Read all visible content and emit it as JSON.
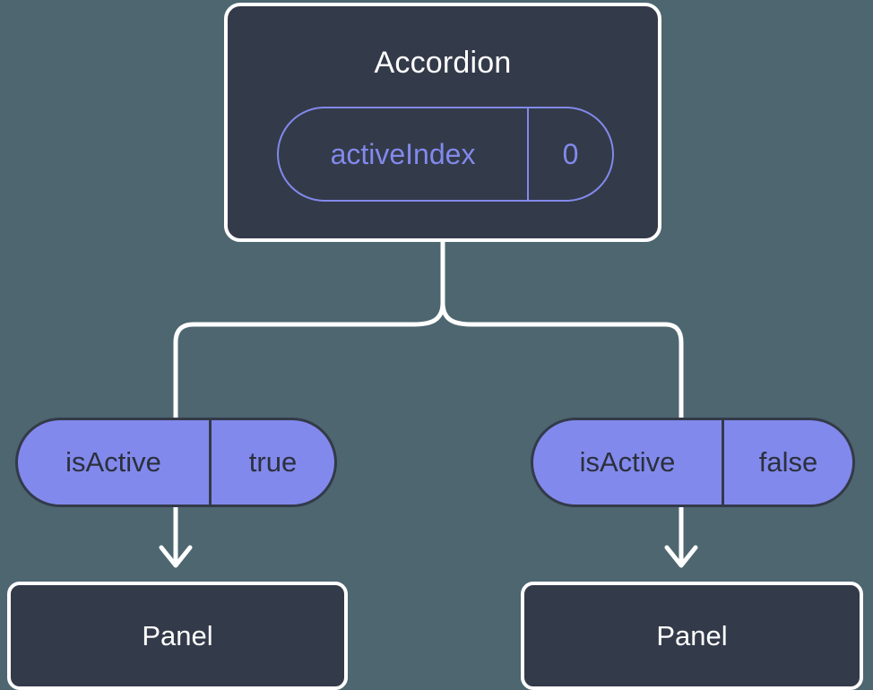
{
  "diagram": {
    "type": "component-tree",
    "background_color": "#4d6670",
    "node_fill": "#333a49",
    "accent_color": "#8289ec",
    "line_color": "#ffffff"
  },
  "root": {
    "title": "Accordion",
    "state": {
      "key": "activeIndex",
      "value": "0"
    }
  },
  "branches": [
    {
      "prop": {
        "key": "isActive",
        "value": "true"
      },
      "child": {
        "title": "Panel"
      }
    },
    {
      "prop": {
        "key": "isActive",
        "value": "false"
      },
      "child": {
        "title": "Panel"
      }
    }
  ]
}
